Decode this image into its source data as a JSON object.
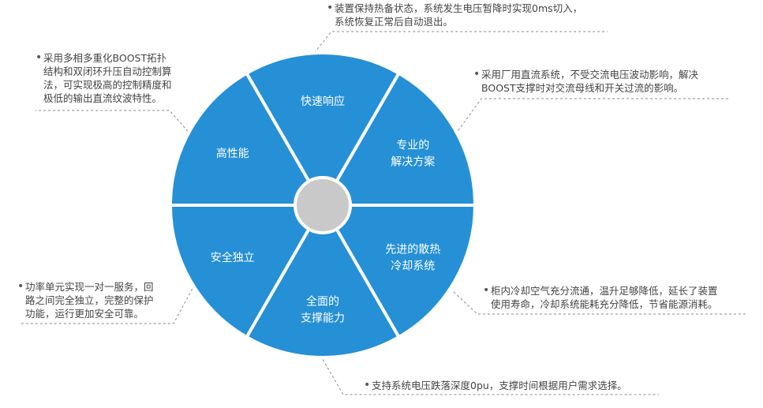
{
  "colors": {
    "segment_fill": "#2590d6",
    "segment_border": "#ffffff",
    "hub": "#c9c9c9",
    "connector": "#8a8a8a",
    "text": "#444444"
  },
  "segments": [
    {
      "id": "fast-response",
      "label": "快速响应"
    },
    {
      "id": "professional-solution",
      "label": "专业的\n解决方案"
    },
    {
      "id": "advanced-cooling",
      "label": "先进的散热\n冷却系统"
    },
    {
      "id": "full-support",
      "label": "全面的\n支撑能力"
    },
    {
      "id": "safe-independent",
      "label": "安全独立"
    },
    {
      "id": "high-performance",
      "label": "高性能"
    }
  ],
  "notes": {
    "top": "装置保持热备状态，系统发生电压暂降时实现0ms切入，\n系统恢复正常后自动退出。",
    "top_right": "采用厂用直流系统，不受交流电压波动影响，解决\nBOOST支撑时对交流母线和开关过流的影响。",
    "bottom_right": "柜内冷却空气充分流通，温升足够降低，延长了装置\n使用寿命，冷却系统能耗充分降低，节省能源消耗。",
    "bottom": "支持系统电压跌落深度0pu，支撑时间根据用户需求选择。",
    "bottom_left": "功率单元实现一对一服务，回\n路之间完全独立，完整的保护\n功能，运行更加安全可靠。",
    "top_left": "采用多相多重化BOOST拓扑\n结构和双闭环升压自动控制算\n法，可实现极高的控制精度和\n极低的输出直流纹波特性。"
  },
  "bullet": "•"
}
